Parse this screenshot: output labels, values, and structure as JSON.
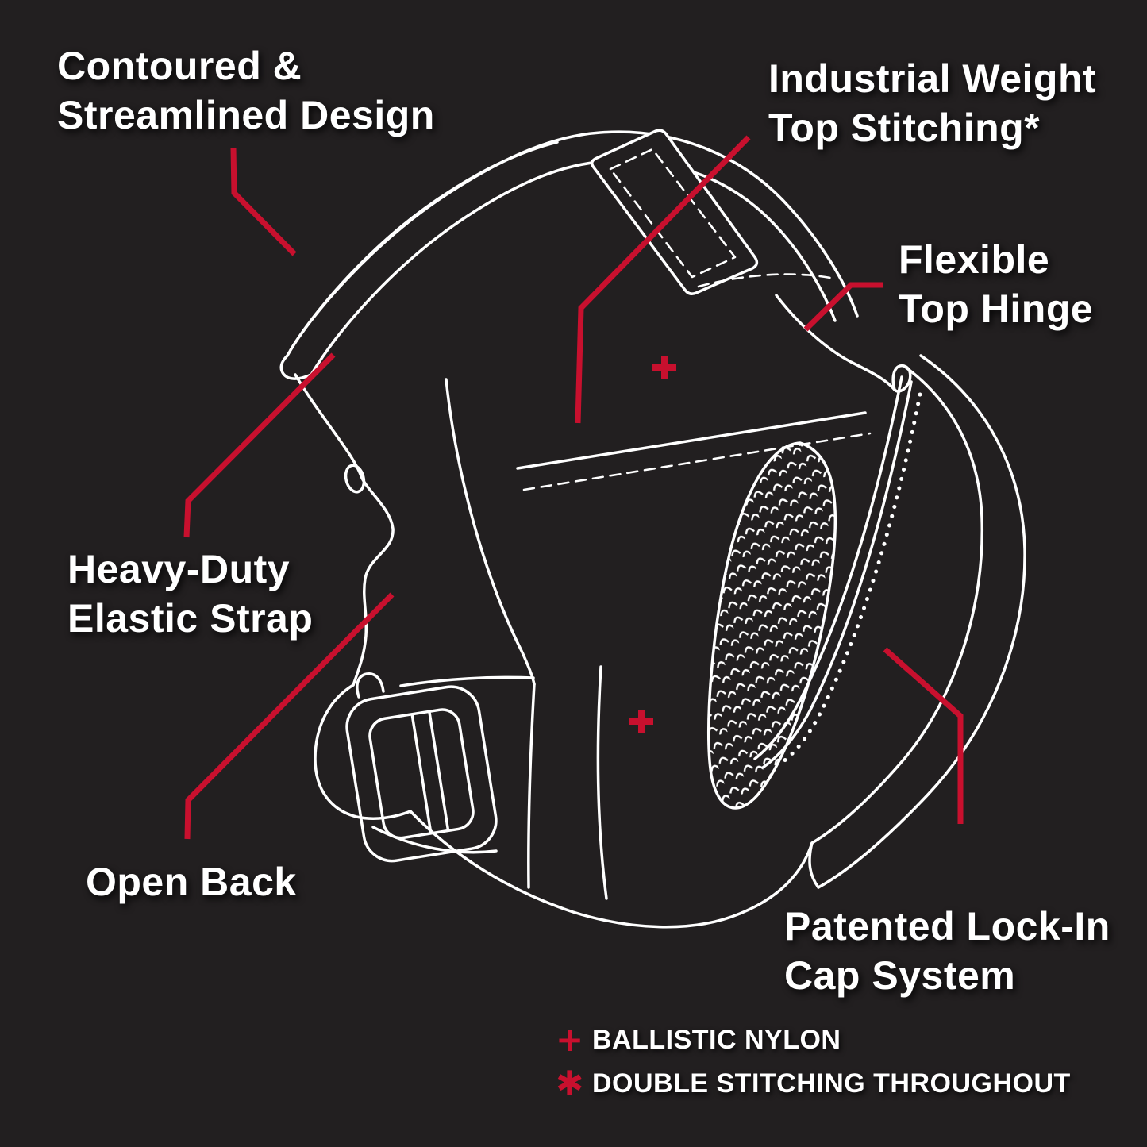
{
  "canvas": {
    "background_color": "#221f20",
    "accent_color": "#c8102e",
    "line_color": "#ffffff",
    "subject": "knee pad side-view line illustration with feature callouts"
  },
  "labels": {
    "contoured": {
      "line1": "Contoured &",
      "line2": "Streamlined Design"
    },
    "industrial": {
      "line1": "Industrial Weight",
      "line2": "Top Stitching*"
    },
    "flexible": {
      "line1": "Flexible",
      "line2": "Top Hinge"
    },
    "heavy_duty": {
      "line1": "Heavy-Duty",
      "line2": "Elastic Strap"
    },
    "open_back": {
      "line1": "Open Back"
    },
    "patented": {
      "line1": "Patented Lock-In",
      "line2": "Cap System"
    }
  },
  "legend": {
    "items": [
      {
        "sigil": "+",
        "text": "BALLISTIC NYLON"
      },
      {
        "sigil": "✱",
        "text": "DOUBLE STITCHING THROUGHOUT"
      }
    ]
  },
  "icons": {
    "feature_marker": "plus-icon",
    "footnote_marker": "asterisk-icon"
  }
}
